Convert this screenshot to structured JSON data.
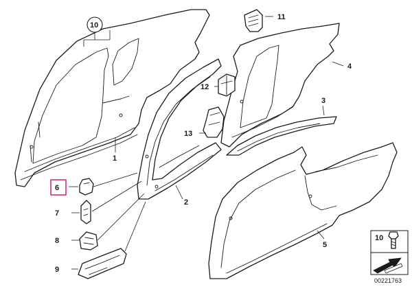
{
  "diagram": {
    "ref_code": "00221763",
    "highlight_color": "#e0277b",
    "callouts": [
      {
        "id": "1",
        "label": "1"
      },
      {
        "id": "2",
        "label": "2"
      },
      {
        "id": "3",
        "label": "3"
      },
      {
        "id": "4",
        "label": "4"
      },
      {
        "id": "5",
        "label": "5"
      },
      {
        "id": "6",
        "label": "6",
        "highlighted": true
      },
      {
        "id": "7",
        "label": "7"
      },
      {
        "id": "8",
        "label": "8"
      },
      {
        "id": "9",
        "label": "9"
      },
      {
        "id": "10",
        "label": "10"
      },
      {
        "id": "11",
        "label": "11"
      },
      {
        "id": "12",
        "label": "12"
      },
      {
        "id": "13",
        "label": "13"
      }
    ],
    "legend": {
      "label": "10"
    }
  }
}
